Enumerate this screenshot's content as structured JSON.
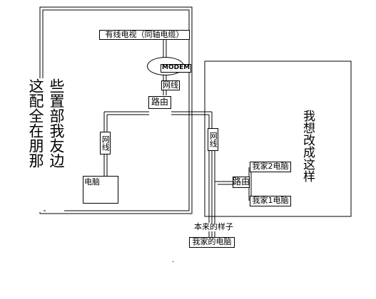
{
  "diagram": {
    "nodes": {
      "cable_tv": "有线电视（同轴电缆）",
      "modem": "MODEM",
      "cable_a": "网线",
      "router_top": "路由",
      "cable_b": "网线",
      "pc_friend": "电脑",
      "cable_c": "网线",
      "router_new": "路由",
      "my_pc_2": "我家2电脑",
      "my_pc_1": "我家1电脑",
      "original_caption": "本来的样子",
      "my_pc": "我家的电脑"
    },
    "side_text": {
      "col1": "这配全在朋那",
      "col2": "些置部我友边"
    },
    "want_text": "我想改成这样",
    "dot": "."
  }
}
